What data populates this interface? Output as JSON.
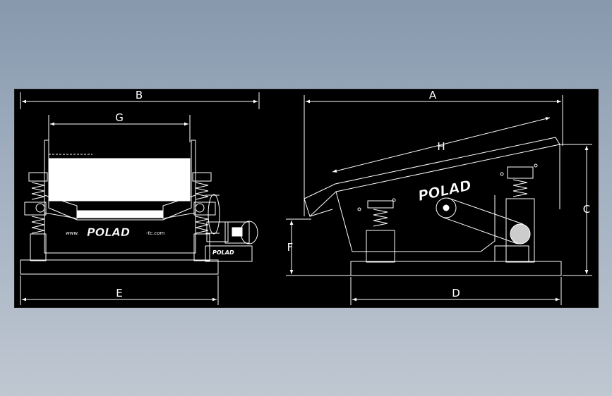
{
  "colors": {
    "background_top": "#8798ad",
    "background_bottom": "#bfc7d1",
    "panel": "#000000",
    "lines": "#ffffff"
  },
  "dimensions": {
    "A": "A",
    "B": "B",
    "C": "C",
    "D": "D",
    "E": "E",
    "F": "F",
    "G": "G",
    "H": "H"
  },
  "logo": {
    "brand": "POLAD",
    "prefix": "www.",
    "suffix": "-tc.com",
    "motor_badge": "POLAD"
  }
}
